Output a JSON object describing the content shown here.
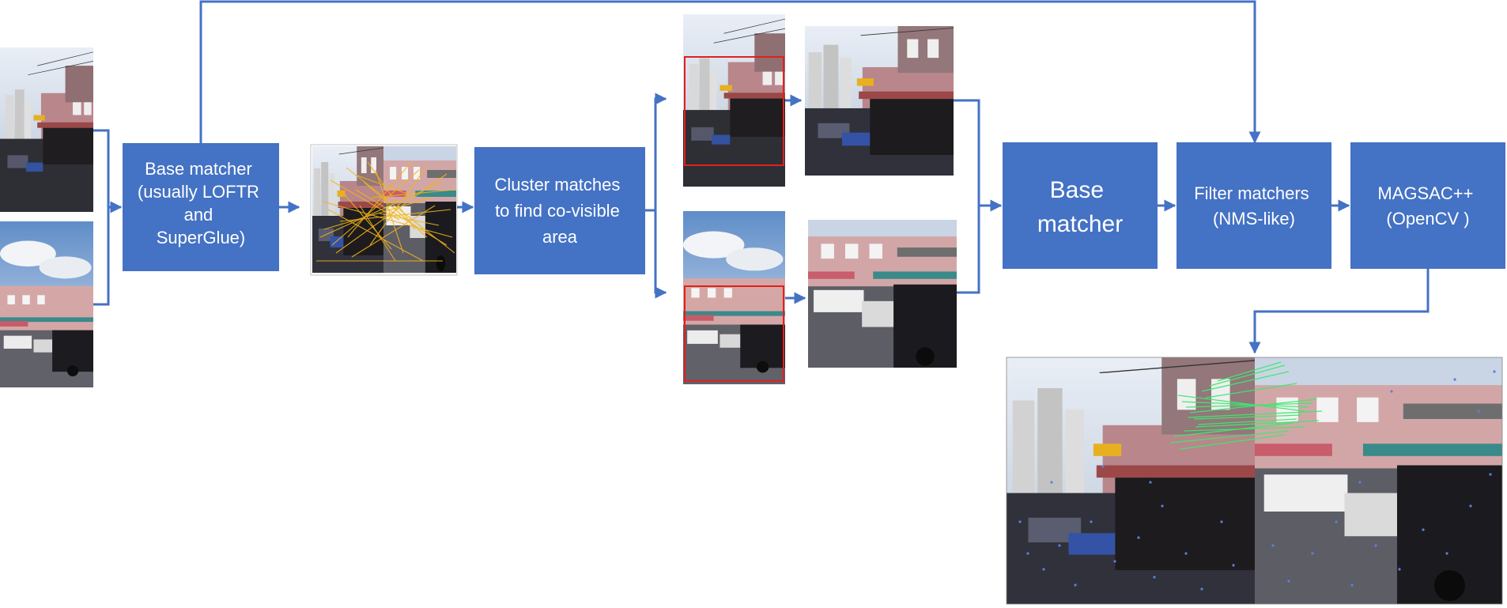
{
  "boxes": {
    "base_matcher_1": [
      "Base matcher",
      "(usually LOFTR",
      "and",
      "SuperGlue)"
    ],
    "cluster": [
      "Cluster matches",
      "to find co-visible",
      "area"
    ],
    "base_matcher_2": [
      "Base",
      "matcher"
    ],
    "filter": [
      "Filter matchers",
      "(NMS-like)"
    ],
    "magsac": [
      "MAGSAC++",
      "(OpenCV )"
    ]
  },
  "colors": {
    "box_fill": "#4472c4",
    "arrow": "#4472c4",
    "crop_rect": "#e02020",
    "match_lines_coarse": "#f2b418",
    "match_lines_final": "#3ee870",
    "keypoints": "#5a7fe0",
    "box_text": "#ffffff"
  },
  "icons": [
    "photo-pair-input",
    "coarse-match-plot",
    "crop-pair-top",
    "crop-pair-bottom",
    "final-match-visualization"
  ]
}
